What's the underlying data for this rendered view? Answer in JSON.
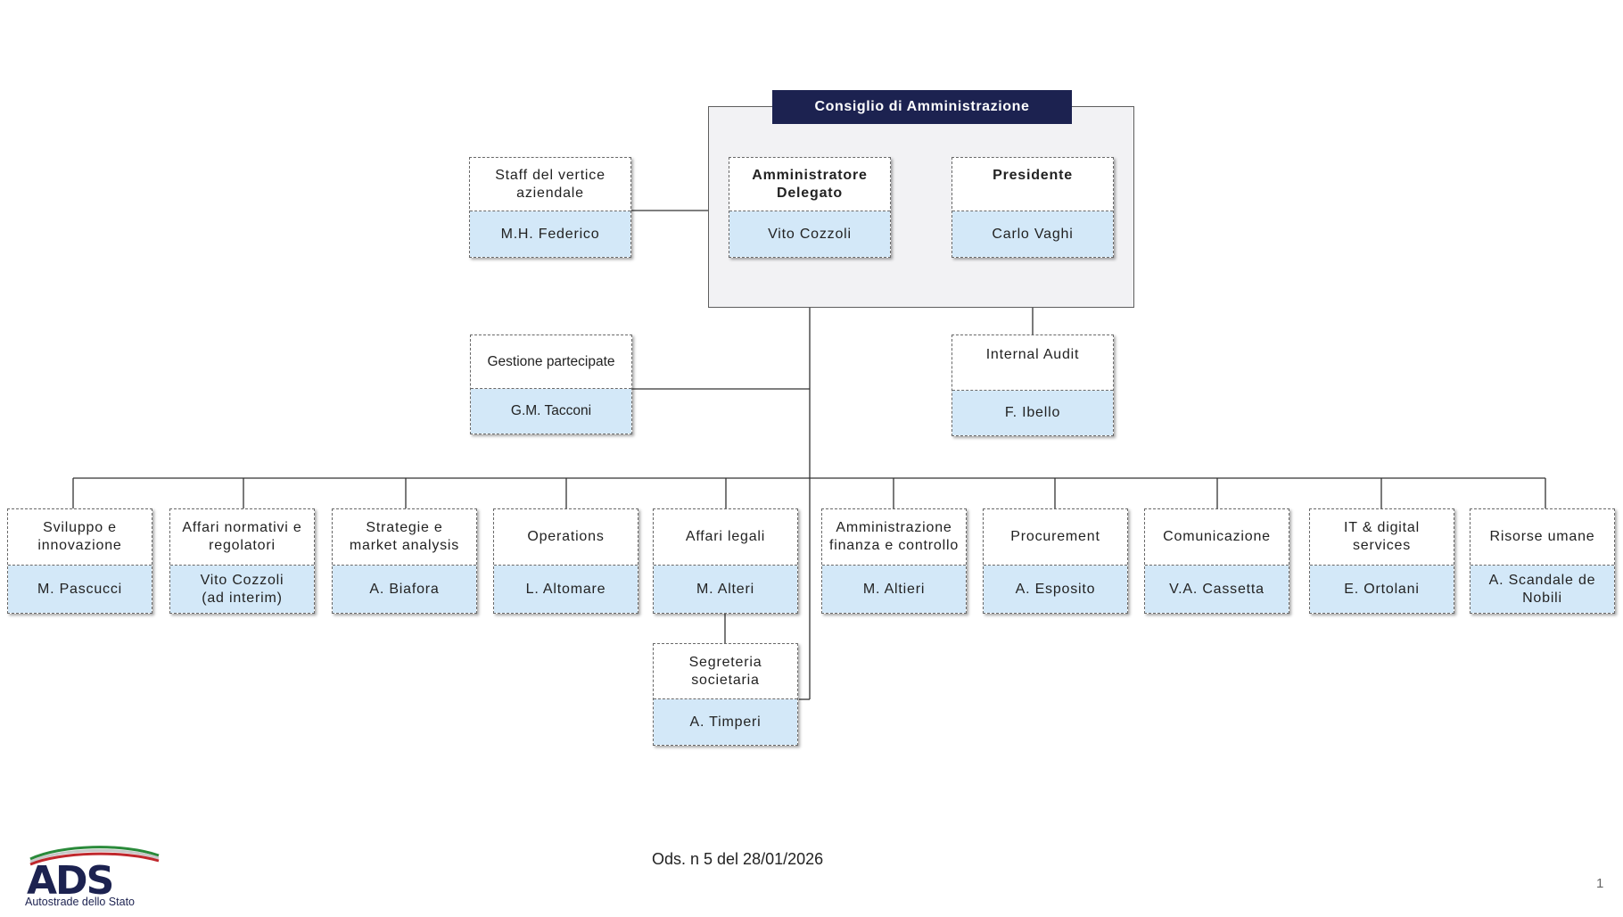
{
  "board": {
    "title": "Consiglio di Amministrazione"
  },
  "top": {
    "ad": {
      "role": "Amministratore Delegato",
      "name": "Vito Cozzoli"
    },
    "presidente": {
      "role": "Presidente",
      "name": "Carlo Vaghi"
    },
    "staff": {
      "role": "Staff del vertice aziendale",
      "name": "M.H. Federico"
    },
    "gestione": {
      "role": "Gestione partecipate",
      "name": "G.M. Tacconi"
    },
    "audit": {
      "role": "Internal Audit",
      "name": "F. Ibello"
    }
  },
  "departments": [
    {
      "role": "Sviluppo e innovazione",
      "name": "M. Pascucci"
    },
    {
      "role": "Affari normativi e regolatori",
      "name": "Vito Cozzoli (ad interim)"
    },
    {
      "role": "Strategie e market analysis",
      "name": "A. Biafora"
    },
    {
      "role": "Operations",
      "name": "L. Altomare"
    },
    {
      "role": "Affari legali",
      "name": "M. Alteri"
    },
    {
      "role": "Amministrazione finanza e controllo",
      "name": "M. Altieri"
    },
    {
      "role": "Procurement",
      "name": "A. Esposito"
    },
    {
      "role": "Comunicazione",
      "name": "V.A. Cassetta"
    },
    {
      "role": "IT & digital services",
      "name": "E. Ortolani"
    },
    {
      "role": "Risorse umane",
      "name": "A. Scandale de Nobili"
    }
  ],
  "segreteria": {
    "role": "Segreteria societaria",
    "name": "A. Timperi"
  },
  "footer": {
    "text": "Ods. n 5 del 28/01/2026",
    "page": "1"
  },
  "logo": {
    "mark": "ADS",
    "tagline": "Autostrade dello Stato"
  },
  "colors": {
    "navy": "#1c2250",
    "name_fill": "#d3e8f8",
    "board_fill": "#f2f2f4"
  }
}
